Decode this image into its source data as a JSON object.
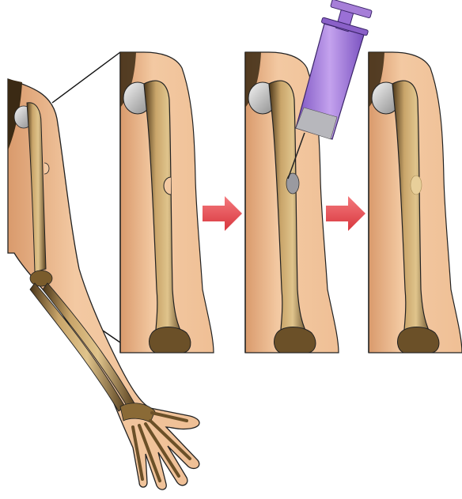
{
  "figure": {
    "panels": [
      {
        "id": "full-arm",
        "state": "whole-arm-with-bone-defect"
      },
      {
        "id": "zoom-defect",
        "state": "humerus-bone-defect"
      },
      {
        "id": "injection",
        "state": "bone-substitute-injected"
      },
      {
        "id": "healed",
        "state": "bone-regenerated"
      }
    ],
    "arrows": 2,
    "colors": {
      "skin": "#f2c49c",
      "skin_shadow": "#e3a67a",
      "bone": "#c8a46a",
      "bone_dark": "#5a4220",
      "arrow": "#e8535a",
      "syringe": "#a67ed8",
      "syringe_dark": "#6a44a8",
      "cement": "#9a9aa0"
    },
    "icons": [
      "arrow-right-icon",
      "syringe-icon"
    ]
  }
}
